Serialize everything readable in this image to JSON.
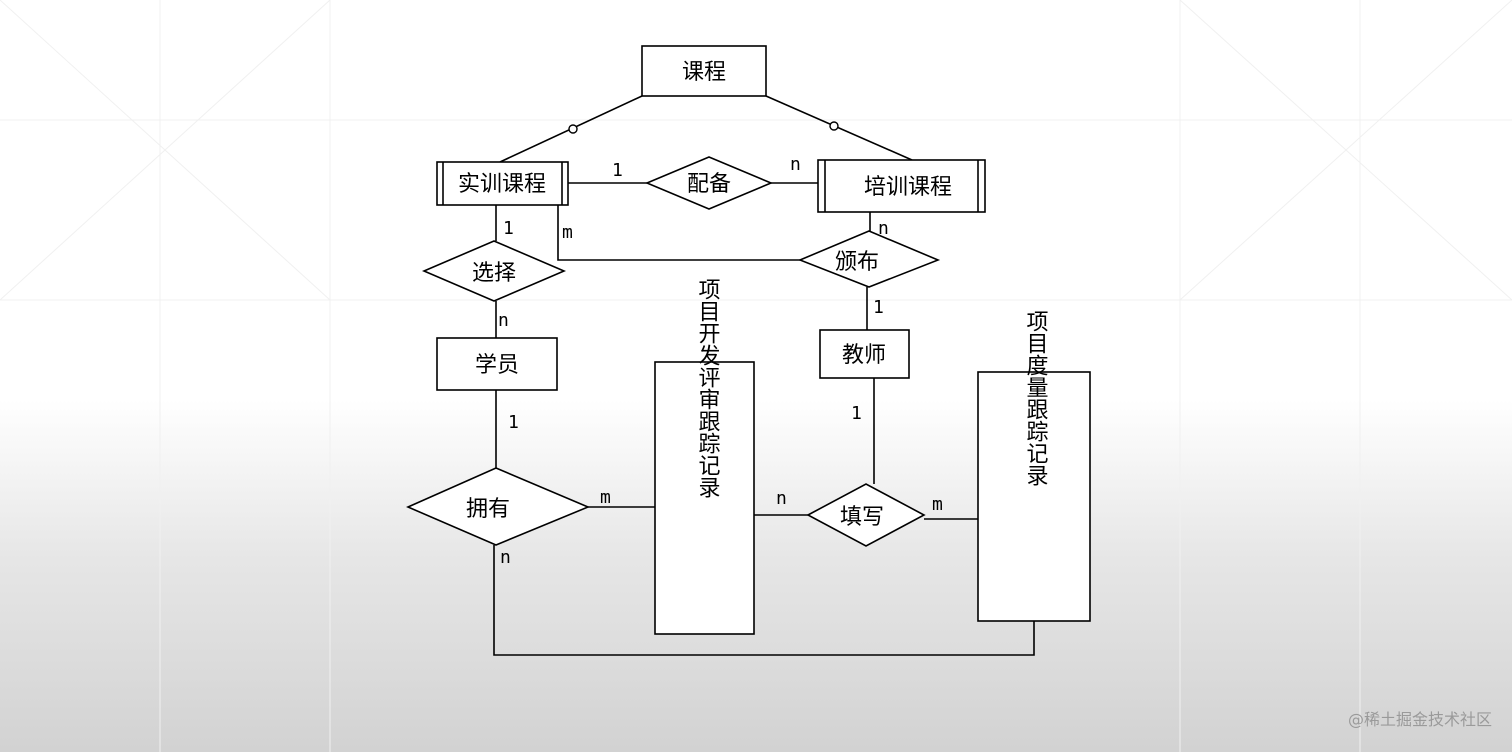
{
  "entities": {
    "course": "课程",
    "practical_course": "实训课程",
    "training_course": "培训课程",
    "student": "学员",
    "teacher": "教师",
    "project_review_record": "项目开发评审跟踪记录",
    "project_metric_record": "项目度量跟踪记录"
  },
  "relationships": {
    "equip": "配备",
    "select": "选择",
    "issue": "颁布",
    "own": "拥有",
    "fill": "填写"
  },
  "cardinalities": {
    "equip_left": "1",
    "equip_right": "n",
    "select_top": "1",
    "select_bottom": "n",
    "issue_practical": "m",
    "issue_training": "n",
    "issue_teacher": "1",
    "own_student": "1",
    "own_review": "m",
    "own_bottom": "n",
    "fill_teacher": "1",
    "fill_review": "n",
    "fill_metric": "m"
  },
  "watermark": "@稀土掘金技术社区"
}
